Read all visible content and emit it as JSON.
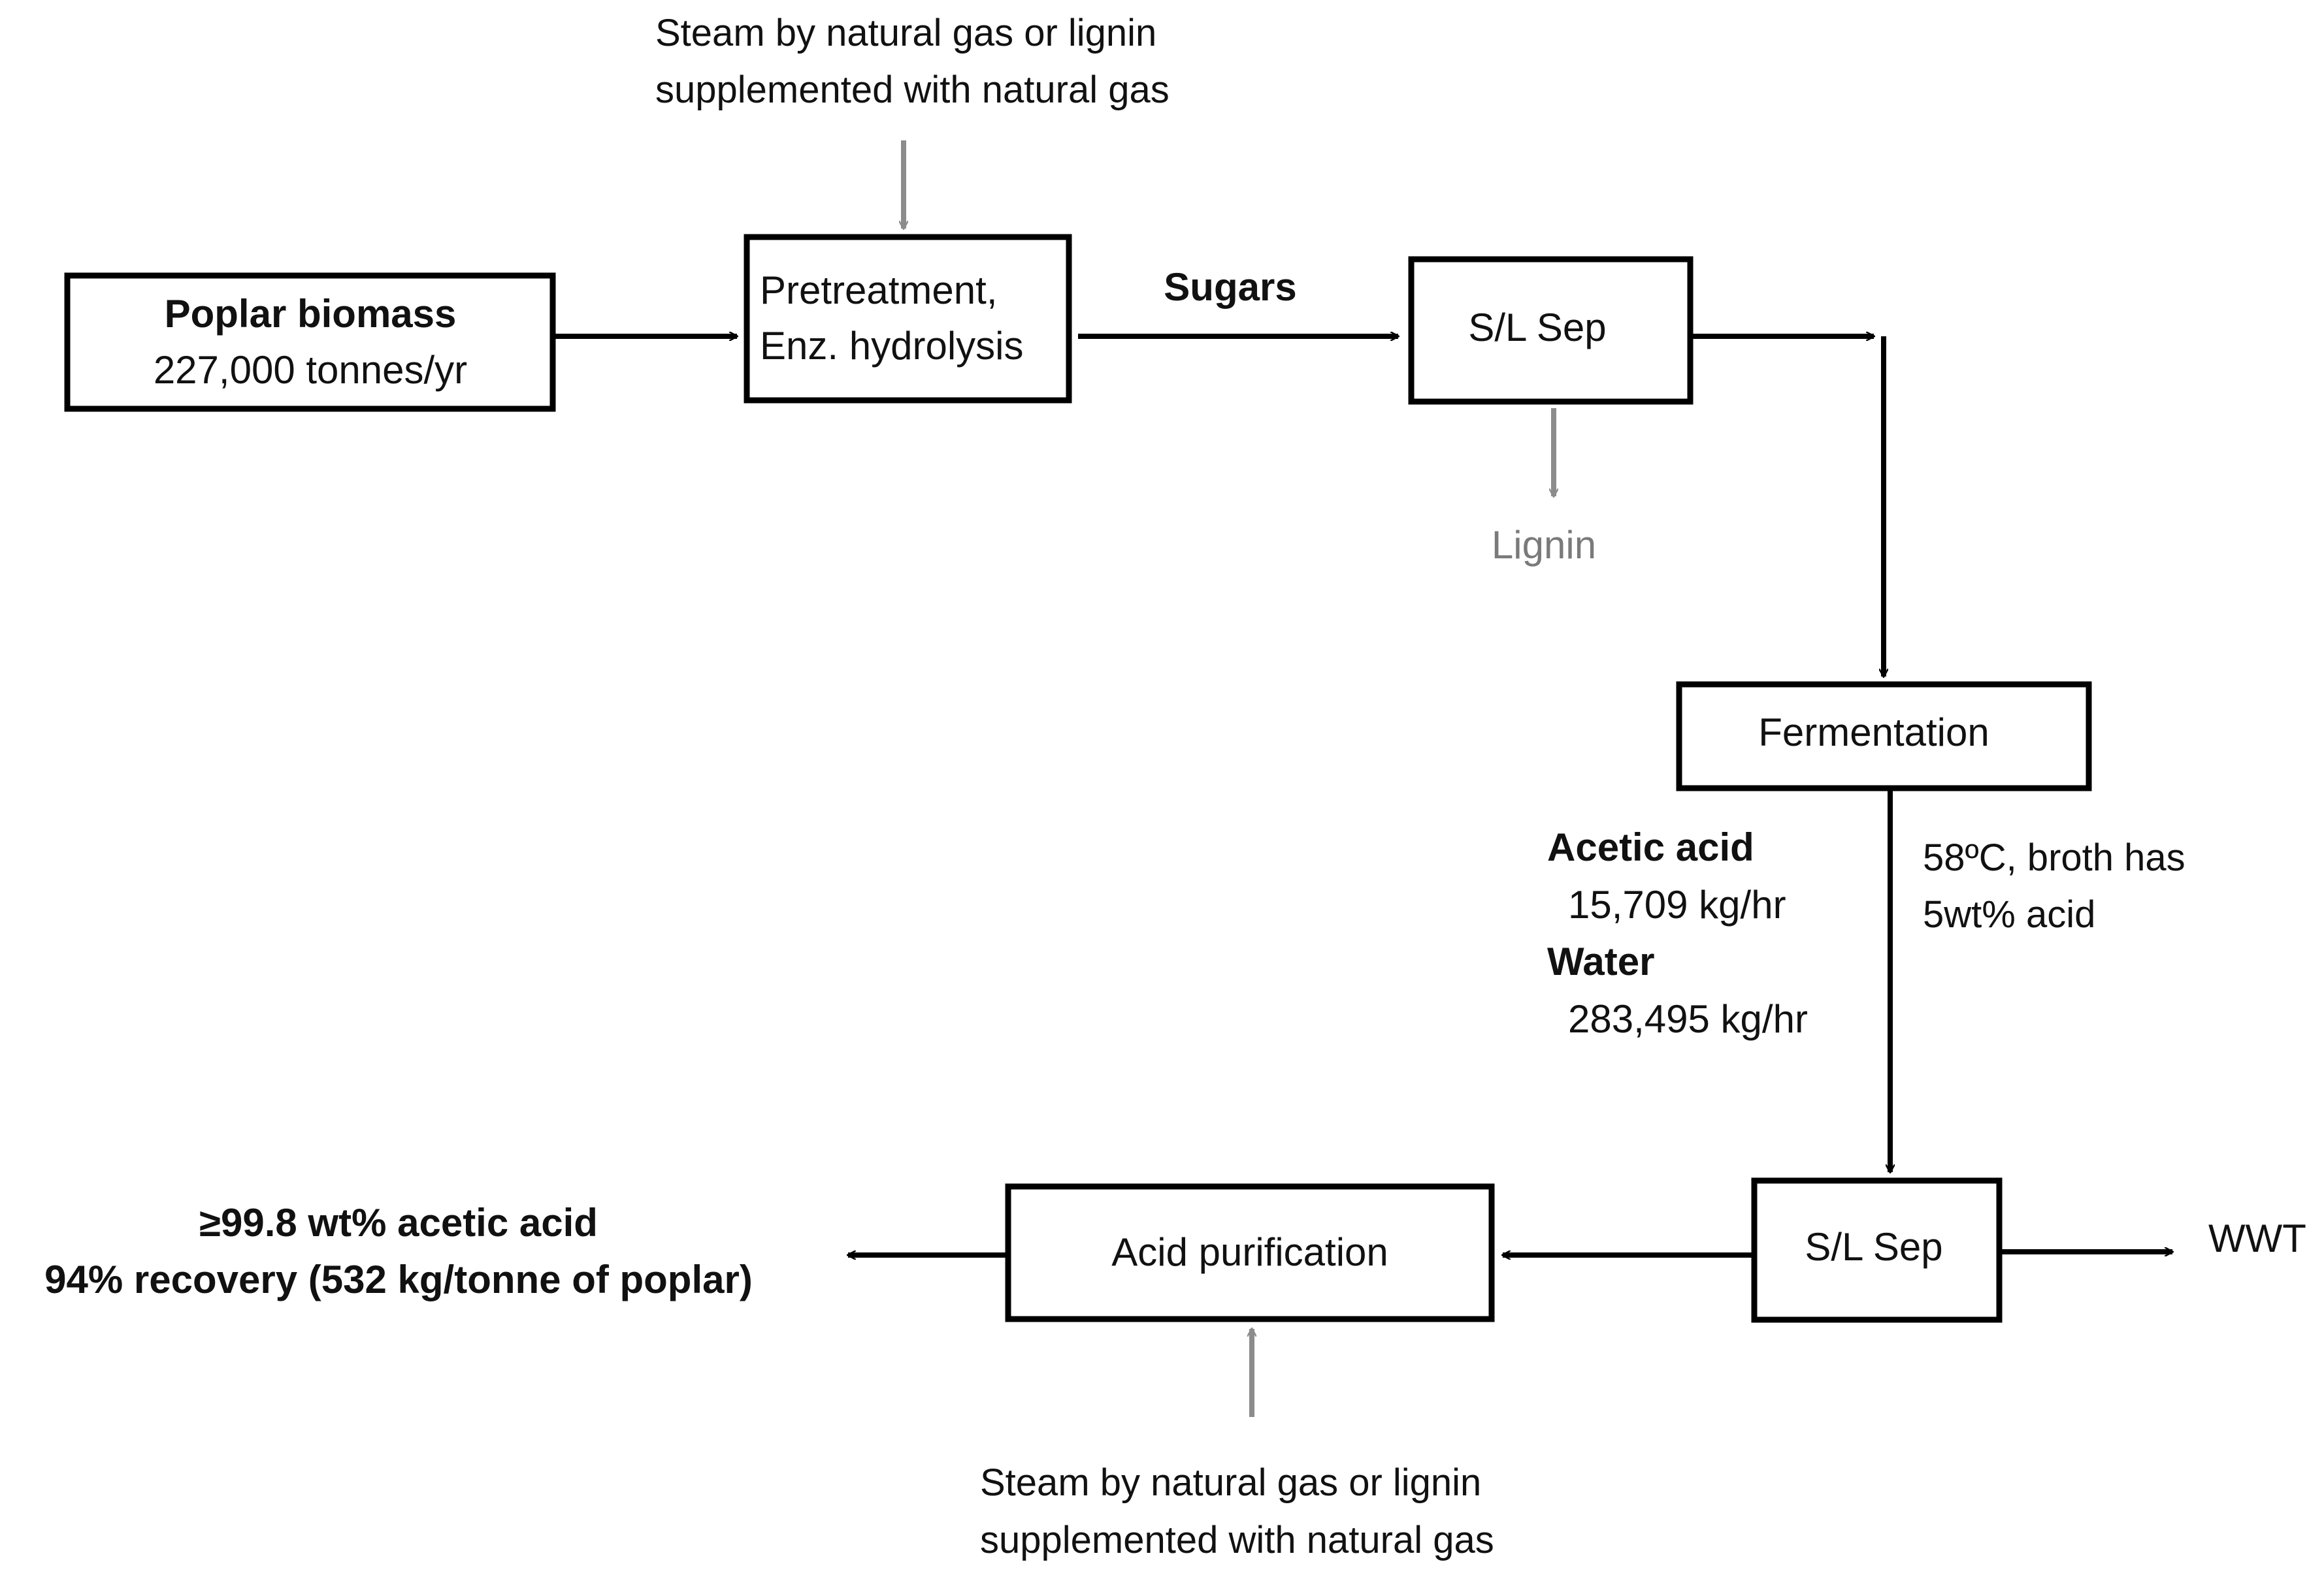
{
  "colors": {
    "line": "#000000",
    "text": "#111111",
    "secondary": "#8c8c8c"
  },
  "top_steam_note": {
    "line1": "Steam by natural gas or lignin",
    "line2": "supplemented  with natural gas"
  },
  "bottom_steam_note": {
    "line1": "Steam by natural gas or lignin",
    "line2": "supplemented  with natural gas"
  },
  "poplar_biomass": {
    "title": "Poplar biomass",
    "rate": "227,000 tonnes/yr"
  },
  "pretreatment": {
    "line1": "Pretreatment,",
    "line2": "Enz. hydrolysis"
  },
  "sugars_label": "Sugars",
  "sl_sep_top": "S/L Sep",
  "lignin_label": "Lignin",
  "fermentation": "Fermentation",
  "broth_note": {
    "line1": "58ºC, broth has",
    "line2": "5wt% acid"
  },
  "stream": {
    "acetic_acid_label": "Acetic acid",
    "acetic_acid_rate": "15,709 kg/hr",
    "water_label": "Water",
    "water_rate": "283,495 kg/hr"
  },
  "sl_sep_bottom": "S/L Sep",
  "wwt_label": "WWT",
  "acid_purification": "Acid purification",
  "product": {
    "line1": "≥99.8 wt% acetic acid",
    "line2": "94% recovery (532 kg/tonne of poplar)"
  }
}
